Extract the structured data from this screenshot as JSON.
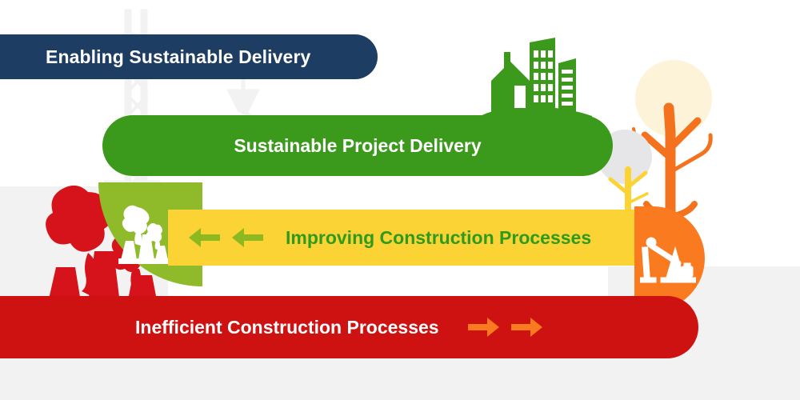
{
  "title_bar": {
    "label": "Enabling Sustainable Delivery",
    "background": "#1e3d63",
    "text_color": "#ffffff"
  },
  "stages": [
    {
      "id": "sustainable-project-delivery",
      "label": "Sustainable Project Delivery",
      "background": "#3b9a1c",
      "text_color": "#ffffff",
      "arrows": {
        "count": 0,
        "direction": "none",
        "color": ""
      }
    },
    {
      "id": "improving-construction-processes",
      "label": "Improving Construction Processes",
      "background": "#fbd335",
      "text_color": "#2e9b1e",
      "arrows": {
        "count": 2,
        "direction": "left",
        "color": "#8cb820"
      }
    },
    {
      "id": "inefficient-construction-processes",
      "label": "Inefficient Construction Processes",
      "background": "#ce1212",
      "text_color": "#ffffff",
      "arrows": {
        "count": 2,
        "direction": "right",
        "color": "#f97a1f"
      }
    }
  ],
  "badges": [
    {
      "id": "factory-badge",
      "icon": "factory-smoke-icon",
      "background": "#8fbb2a",
      "icon_color": "#ffffff"
    },
    {
      "id": "pumpjack-badge",
      "icon": "oil-pumpjack-icon",
      "background": "#f97a1f",
      "icon_color": "#ffffff"
    }
  ],
  "decorations": [
    {
      "id": "city-buildings",
      "icon": "city-buildings-icon",
      "color": "#3b9a1c"
    },
    {
      "id": "large-tree",
      "icon": "tree-icon",
      "trunk_color": "#f4721e",
      "canopy_color": "#fcf3d9"
    },
    {
      "id": "small-tree",
      "icon": "tree-icon",
      "trunk_color": "#fbd335",
      "canopy_color": "#e6e6e8"
    },
    {
      "id": "polluting-factory",
      "icon": "factory-smoke-icon",
      "color": "#d6131a"
    },
    {
      "id": "construction-crane",
      "icon": "crane-icon",
      "color": "#f2f2f2"
    }
  ],
  "palette": {
    "panel_gray": "#f2f2f2",
    "navy": "#1e3d63",
    "green": "#3b9a1c",
    "olive": "#8fbb2a",
    "yellow": "#fbd335",
    "orange": "#f97a1f",
    "red": "#ce1212",
    "white": "#ffffff"
  }
}
